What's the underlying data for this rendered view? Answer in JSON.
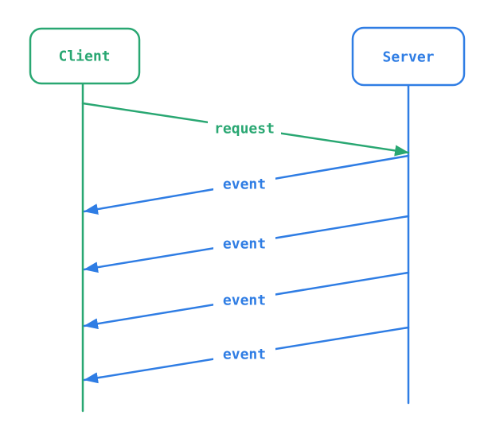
{
  "colors": {
    "green": "#29a772",
    "blue": "#2f7de4",
    "background": "#ffffff"
  },
  "diagram": {
    "type": "sequence-diagram",
    "actors": [
      {
        "id": "client",
        "label": "Client",
        "color": "#29a772"
      },
      {
        "id": "server",
        "label": "Server",
        "color": "#2f7de4"
      }
    ],
    "messages": [
      {
        "from": "client",
        "to": "server",
        "label": "request",
        "color": "#29a772"
      },
      {
        "from": "server",
        "to": "client",
        "label": "event",
        "color": "#2f7de4"
      },
      {
        "from": "server",
        "to": "client",
        "label": "event",
        "color": "#2f7de4"
      },
      {
        "from": "server",
        "to": "client",
        "label": "event",
        "color": "#2f7de4"
      },
      {
        "from": "server",
        "to": "client",
        "label": "event",
        "color": "#2f7de4"
      }
    ]
  }
}
